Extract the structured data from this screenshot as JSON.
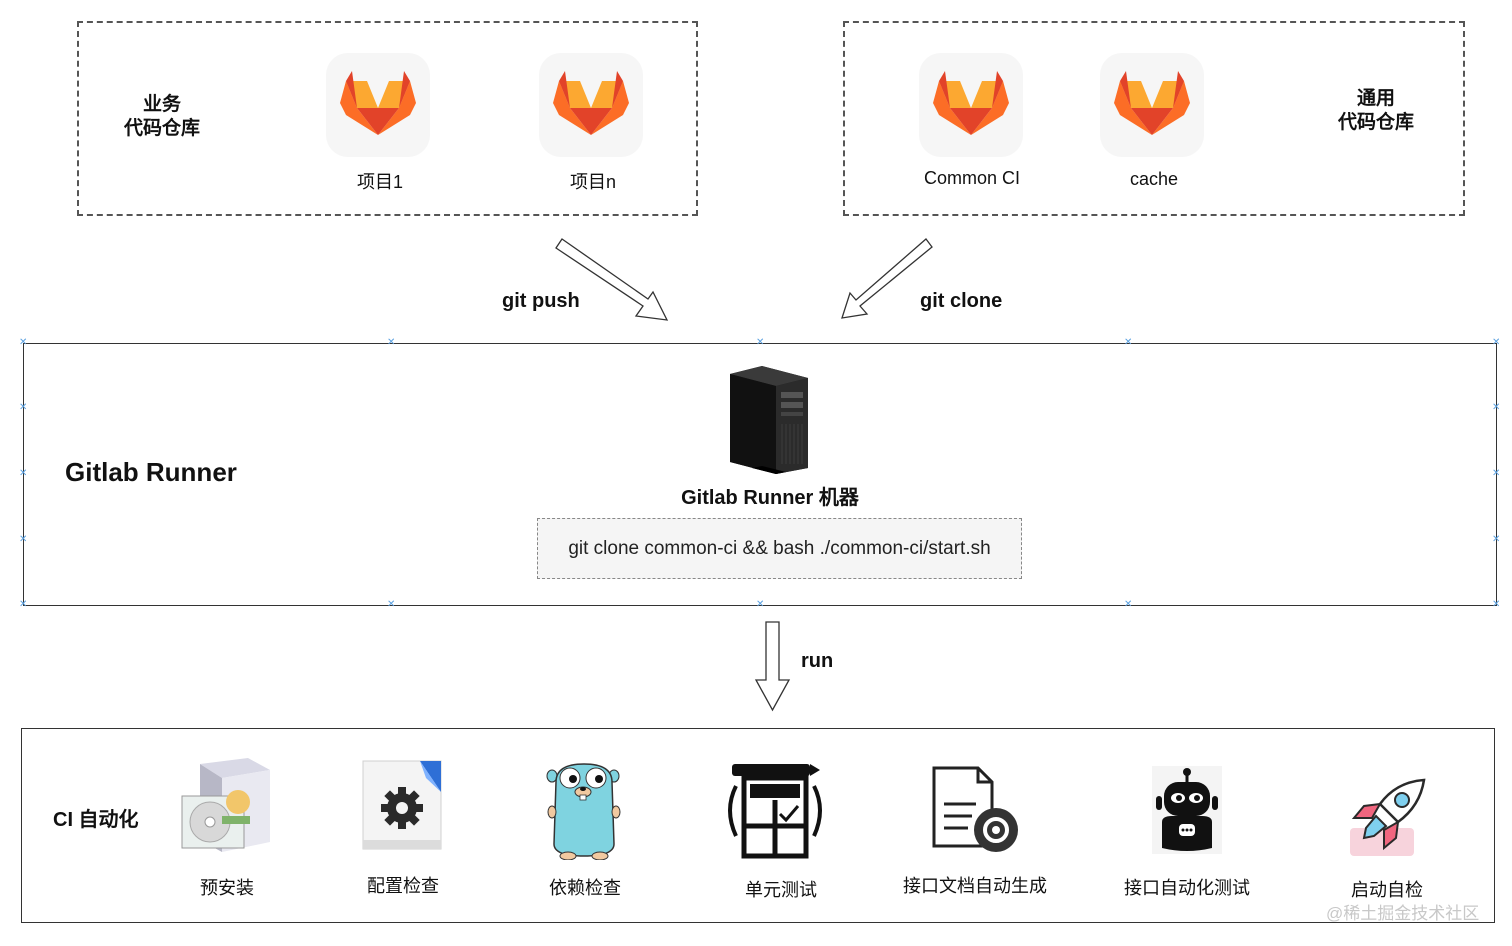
{
  "business_repo": {
    "label_line1": "业务",
    "label_line2": "代码仓库",
    "projects": [
      {
        "name": "项目1",
        "icon": "gitlab-fox-icon"
      },
      {
        "name": "项目n",
        "icon": "gitlab-fox-icon"
      }
    ]
  },
  "common_repo": {
    "label_line1": "通用",
    "label_line2": "代码仓库",
    "projects": [
      {
        "name": "Common CI",
        "icon": "gitlab-fox-icon"
      },
      {
        "name": "cache",
        "icon": "gitlab-fox-icon"
      }
    ]
  },
  "flows": {
    "push": "git push",
    "clone": "git clone",
    "run": "run"
  },
  "runner": {
    "title": "Gitlab Runner",
    "machine_label": "Gitlab Runner 机器",
    "machine_icon": "server-tower-icon",
    "command": "git clone common-ci && bash ./common-ci/start.sh"
  },
  "ci": {
    "title": "CI 自动化",
    "steps": [
      {
        "label": "预安装",
        "icon": "installer-box-icon"
      },
      {
        "label": "配置检查",
        "icon": "config-gear-icon"
      },
      {
        "label": "依赖检查",
        "icon": "go-gopher-icon"
      },
      {
        "label": "单元测试",
        "icon": "calculator-test-icon"
      },
      {
        "label": "接口文档自动生成",
        "icon": "document-sync-icon"
      },
      {
        "label": "接口自动化测试",
        "icon": "robot-icon"
      },
      {
        "label": "启动自检",
        "icon": "rocket-icon"
      }
    ]
  },
  "watermark": "@稀土掘金技术社区",
  "colors": {
    "gitlab_orange": "#e24329",
    "gitlab_light": "#fc6d26",
    "gitlab_yellow": "#fca326",
    "handle_blue": "#5aa0e0"
  }
}
